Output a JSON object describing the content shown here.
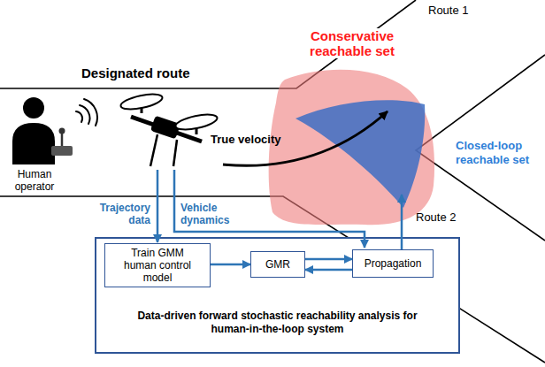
{
  "diagram": {
    "nodes": [
      {
        "text": [
          "Data-driven forward stochastic reachability analysis for human-in-the-loop system"
        ]
      },
      {
        "text": [
          "Train GMM human control model"
        ],
        "in": 0
      },
      {
        "text": [
          "GMR"
        ],
        "in": 0
      },
      {
        "text": [
          "Propagation"
        ],
        "in": 0
      },
      {
        "text": [
          "Conservative reachable set"
        ]
      },
      {
        "text": [
          "Closed-loop reachable set"
        ]
      }
    ],
    "edges": [
      {
        "from": 1,
        "to": 2,
        "arrow": "to"
      },
      {
        "from": 2,
        "to": 3,
        "arrow": "to"
      },
      {
        "from": 3,
        "to": 2,
        "arrow": "to"
      },
      {
        "from": 3,
        "to": 5,
        "arrow": "to"
      }
    ],
    "labels": [
      "Designated route",
      "Route 1",
      "Route 2",
      "Human operator",
      "True velocity",
      "Trajectory data",
      "Vehicle dynamics"
    ]
  }
}
